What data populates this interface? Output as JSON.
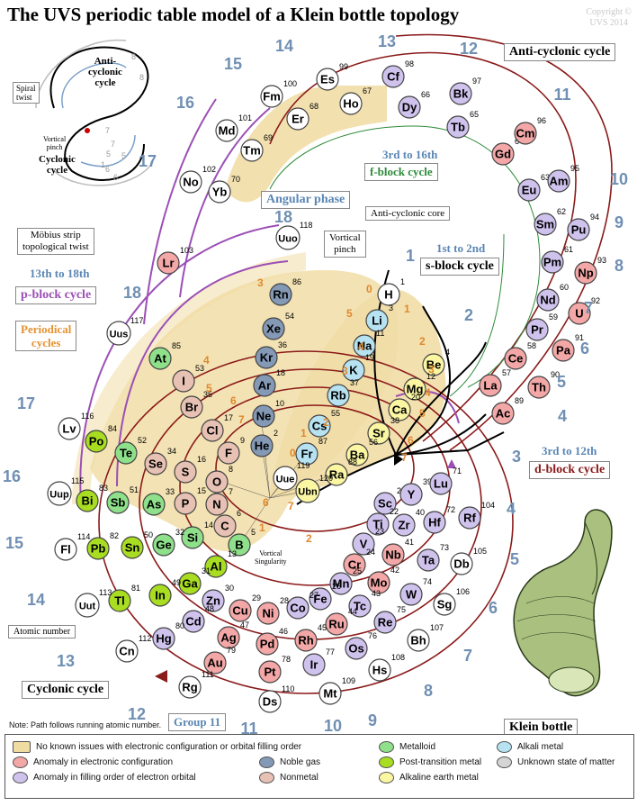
{
  "title": "The UVS periodic table model of a Klein bottle topology",
  "copyright": [
    "Copyright ©",
    "UVS 2014"
  ],
  "labels": {
    "anticyclonic_cycle": "Anti-cyclonic cycle",
    "f_block_range": "3rd to 16th",
    "f_block": "f-block cycle",
    "angular_phase": "Angular phase",
    "anticyclonic_core": "Anti-cyclonic core",
    "vortical_pinch": [
      "Vortical",
      "pinch"
    ],
    "s_block_range": "1st to 2nd",
    "s_block": "s-block cycle",
    "mobius": [
      "Möbius strip",
      "topological twist"
    ],
    "p_block_range": "13th to 18th",
    "p_block": "p-block cycle",
    "periodical_cycles": [
      "Periodical",
      "cycles"
    ],
    "d_block_range": "3rd to 12th",
    "d_block": "d-block cycle",
    "atomic_number": "Atomic number",
    "cyclonic_cycle": "Cyclonic cycle",
    "group11": "Group 11",
    "vortical_singularity": [
      "Vortical",
      "Singularity"
    ],
    "klein_bottle": "Klein bottle",
    "note": "Note: Path follows running atomic number."
  },
  "inset": {
    "anti": [
      "Anti-",
      "cyclonic",
      "cycle"
    ],
    "spiral": [
      "Spiral",
      "twist"
    ],
    "vortical": [
      "Vortical",
      "pinch"
    ],
    "cyclonic": [
      "Cyclonic",
      "cycle"
    ],
    "numbers": [
      "8",
      "8",
      "7",
      "7",
      "6",
      "6",
      "5",
      "5",
      "1"
    ]
  },
  "legend": [
    {
      "label": "No known issues with electronic configuration or orbital filling order",
      "color": "#f0dca0",
      "kind": "rect"
    },
    {
      "label": "Anomaly in electronic configuration",
      "color": "#f4a7a7"
    },
    {
      "label": "Anomaly in filling order of electron orbital",
      "color": "#cfc3ee"
    },
    {
      "label": "Noble gas",
      "color": "#8399b6"
    },
    {
      "label": "Nonmetal",
      "color": "#e7c2b4"
    },
    {
      "label": "Metalloid",
      "color": "#8ee08a"
    },
    {
      "label": "Post-transition metal",
      "color": "#a8dd22"
    },
    {
      "label": "Alkaline earth metal",
      "color": "#fbf6a2"
    },
    {
      "label": "Alkali metal",
      "color": "#b6e2f2"
    },
    {
      "label": "Unknown state of matter",
      "color": "#d5d5d5"
    }
  ],
  "group_numbers": [
    "1",
    "2",
    "3",
    "4",
    "5",
    "6",
    "7",
    "8",
    "9",
    "10",
    "11",
    "12",
    "13",
    "14",
    "15",
    "16",
    "17",
    "18",
    "4",
    "5",
    "6",
    "7",
    "8",
    "9",
    "10",
    "11",
    "12",
    "13",
    "14",
    "15",
    "16",
    "17",
    "18",
    "3",
    "4",
    "5",
    "6",
    "7",
    "8",
    "9",
    "10",
    "11",
    "12",
    "13",
    "14",
    "15",
    "16"
  ],
  "period_numbers": [
    "0",
    "1",
    "2",
    "3",
    "4",
    "5",
    "6",
    "7",
    "0",
    "1",
    "2",
    "3",
    "4",
    "5",
    "6",
    "7",
    "1",
    "2",
    "3",
    "4",
    "5",
    "6",
    "7"
  ],
  "elements": [
    {
      "s": "H",
      "n": "1",
      "c": "#ffffff"
    },
    {
      "s": "He",
      "n": "2",
      "c": "#8399b6"
    },
    {
      "s": "Li",
      "n": "3",
      "c": "#b6e2f2"
    },
    {
      "s": "Be",
      "n": "4",
      "c": "#fbf6a2"
    },
    {
      "s": "B",
      "n": "5",
      "c": "#8ee08a"
    },
    {
      "s": "C",
      "n": "6",
      "c": "#e7c2b4"
    },
    {
      "s": "N",
      "n": "7",
      "c": "#e7c2b4"
    },
    {
      "s": "O",
      "n": "8",
      "c": "#e7c2b4"
    },
    {
      "s": "F",
      "n": "9",
      "c": "#e7c2b4"
    },
    {
      "s": "Ne",
      "n": "10",
      "c": "#8399b6"
    },
    {
      "s": "Na",
      "n": "11",
      "c": "#b6e2f2"
    },
    {
      "s": "Mg",
      "n": "12",
      "c": "#fbf6a2"
    },
    {
      "s": "Al",
      "n": "13",
      "c": "#a8dd22"
    },
    {
      "s": "Si",
      "n": "14",
      "c": "#8ee08a"
    },
    {
      "s": "P",
      "n": "15",
      "c": "#e7c2b4"
    },
    {
      "s": "S",
      "n": "16",
      "c": "#e7c2b4"
    },
    {
      "s": "Cl",
      "n": "17",
      "c": "#e7c2b4"
    },
    {
      "s": "Ar",
      "n": "18",
      "c": "#8399b6"
    },
    {
      "s": "K",
      "n": "19",
      "c": "#b6e2f2"
    },
    {
      "s": "Ca",
      "n": "20",
      "c": "#fbf6a2"
    },
    {
      "s": "Sc",
      "n": "21",
      "c": "#cfc3ee"
    },
    {
      "s": "Ti",
      "n": "22",
      "c": "#cfc3ee"
    },
    {
      "s": "V",
      "n": "23",
      "c": "#cfc3ee"
    },
    {
      "s": "Cr",
      "n": "24",
      "c": "#f4a7a7"
    },
    {
      "s": "Mn",
      "n": "25",
      "c": "#cfc3ee"
    },
    {
      "s": "Fe",
      "n": "26",
      "c": "#cfc3ee"
    },
    {
      "s": "Co",
      "n": "27",
      "c": "#cfc3ee"
    },
    {
      "s": "Ni",
      "n": "28",
      "c": "#f4a7a7"
    },
    {
      "s": "Cu",
      "n": "29",
      "c": "#f4a7a7"
    },
    {
      "s": "Zn",
      "n": "30",
      "c": "#cfc3ee"
    },
    {
      "s": "Ga",
      "n": "31",
      "c": "#a8dd22"
    },
    {
      "s": "Ge",
      "n": "32",
      "c": "#8ee08a"
    },
    {
      "s": "As",
      "n": "33",
      "c": "#8ee08a"
    },
    {
      "s": "Se",
      "n": "34",
      "c": "#e7c2b4"
    },
    {
      "s": "Br",
      "n": "35",
      "c": "#e7c2b4"
    },
    {
      "s": "Kr",
      "n": "36",
      "c": "#8399b6"
    },
    {
      "s": "Rb",
      "n": "37",
      "c": "#b6e2f2"
    },
    {
      "s": "Sr",
      "n": "38",
      "c": "#fbf6a2"
    },
    {
      "s": "Y",
      "n": "39",
      "c": "#cfc3ee"
    },
    {
      "s": "Zr",
      "n": "40",
      "c": "#cfc3ee"
    },
    {
      "s": "Nb",
      "n": "41",
      "c": "#f4a7a7"
    },
    {
      "s": "Mo",
      "n": "42",
      "c": "#f4a7a7"
    },
    {
      "s": "Tc",
      "n": "43",
      "c": "#cfc3ee"
    },
    {
      "s": "Ru",
      "n": "44",
      "c": "#f4a7a7"
    },
    {
      "s": "Rh",
      "n": "45",
      "c": "#f4a7a7"
    },
    {
      "s": "Pd",
      "n": "46",
      "c": "#f4a7a7"
    },
    {
      "s": "Ag",
      "n": "47",
      "c": "#f4a7a7"
    },
    {
      "s": "Cd",
      "n": "48",
      "c": "#cfc3ee"
    },
    {
      "s": "In",
      "n": "49",
      "c": "#a8dd22"
    },
    {
      "s": "Sn",
      "n": "50",
      "c": "#a8dd22"
    },
    {
      "s": "Sb",
      "n": "51",
      "c": "#8ee08a"
    },
    {
      "s": "Te",
      "n": "52",
      "c": "#8ee08a"
    },
    {
      "s": "I",
      "n": "53",
      "c": "#e7c2b4"
    },
    {
      "s": "Xe",
      "n": "54",
      "c": "#8399b6"
    },
    {
      "s": "Cs",
      "n": "55",
      "c": "#b6e2f2"
    },
    {
      "s": "Ba",
      "n": "56",
      "c": "#fbf6a2"
    },
    {
      "s": "La",
      "n": "57",
      "c": "#f4a7a7"
    },
    {
      "s": "Ce",
      "n": "58",
      "c": "#f4a7a7"
    },
    {
      "s": "Pr",
      "n": "59",
      "c": "#cfc3ee"
    },
    {
      "s": "Nd",
      "n": "60",
      "c": "#cfc3ee"
    },
    {
      "s": "Pm",
      "n": "61",
      "c": "#cfc3ee"
    },
    {
      "s": "Sm",
      "n": "62",
      "c": "#cfc3ee"
    },
    {
      "s": "Eu",
      "n": "63",
      "c": "#cfc3ee"
    },
    {
      "s": "Gd",
      "n": "64",
      "c": "#f4a7a7"
    },
    {
      "s": "Tb",
      "n": "65",
      "c": "#cfc3ee"
    },
    {
      "s": "Dy",
      "n": "66",
      "c": "#cfc3ee"
    },
    {
      "s": "Ho",
      "n": "67",
      "c": "#ffffff"
    },
    {
      "s": "Er",
      "n": "68",
      "c": "#ffffff"
    },
    {
      "s": "Tm",
      "n": "69",
      "c": "#ffffff"
    },
    {
      "s": "Yb",
      "n": "70",
      "c": "#ffffff"
    },
    {
      "s": "Lu",
      "n": "71",
      "c": "#cfc3ee"
    },
    {
      "s": "Hf",
      "n": "72",
      "c": "#cfc3ee"
    },
    {
      "s": "Ta",
      "n": "73",
      "c": "#cfc3ee"
    },
    {
      "s": "W",
      "n": "74",
      "c": "#cfc3ee"
    },
    {
      "s": "Re",
      "n": "75",
      "c": "#cfc3ee"
    },
    {
      "s": "Os",
      "n": "76",
      "c": "#cfc3ee"
    },
    {
      "s": "Ir",
      "n": "77",
      "c": "#cfc3ee"
    },
    {
      "s": "Pt",
      "n": "78",
      "c": "#f4a7a7"
    },
    {
      "s": "Au",
      "n": "79",
      "c": "#f4a7a7"
    },
    {
      "s": "Hg",
      "n": "80",
      "c": "#cfc3ee"
    },
    {
      "s": "Tl",
      "n": "81",
      "c": "#a8dd22"
    },
    {
      "s": "Pb",
      "n": "82",
      "c": "#a8dd22"
    },
    {
      "s": "Bi",
      "n": "83",
      "c": "#a8dd22"
    },
    {
      "s": "Po",
      "n": "84",
      "c": "#a8dd22"
    },
    {
      "s": "At",
      "n": "85",
      "c": "#8ee08a"
    },
    {
      "s": "Rn",
      "n": "86",
      "c": "#8399b6"
    },
    {
      "s": "Fr",
      "n": "87",
      "c": "#b6e2f2"
    },
    {
      "s": "Ra",
      "n": "88",
      "c": "#fbf6a2"
    },
    {
      "s": "Ac",
      "n": "89",
      "c": "#f4a7a7"
    },
    {
      "s": "Th",
      "n": "90",
      "c": "#f4a7a7"
    },
    {
      "s": "Pa",
      "n": "91",
      "c": "#f4a7a7"
    },
    {
      "s": "U",
      "n": "92",
      "c": "#f4a7a7"
    },
    {
      "s": "Np",
      "n": "93",
      "c": "#f4a7a7"
    },
    {
      "s": "Pu",
      "n": "94",
      "c": "#cfc3ee"
    },
    {
      "s": "Am",
      "n": "95",
      "c": "#cfc3ee"
    },
    {
      "s": "Cm",
      "n": "96",
      "c": "#f4a7a7"
    },
    {
      "s": "Bk",
      "n": "97",
      "c": "#cfc3ee"
    },
    {
      "s": "Cf",
      "n": "98",
      "c": "#cfc3ee"
    },
    {
      "s": "Es",
      "n": "99",
      "c": "#ffffff"
    },
    {
      "s": "Fm",
      "n": "100",
      "c": "#ffffff"
    },
    {
      "s": "Md",
      "n": "101",
      "c": "#ffffff"
    },
    {
      "s": "No",
      "n": "102",
      "c": "#ffffff"
    },
    {
      "s": "Lr",
      "n": "103",
      "c": "#f4a7a7"
    },
    {
      "s": "Rf",
      "n": "104",
      "c": "#cfc3ee"
    },
    {
      "s": "Db",
      "n": "105",
      "c": "#ffffff"
    },
    {
      "s": "Sg",
      "n": "106",
      "c": "#ffffff"
    },
    {
      "s": "Bh",
      "n": "107",
      "c": "#ffffff"
    },
    {
      "s": "Hs",
      "n": "108",
      "c": "#ffffff"
    },
    {
      "s": "Mt",
      "n": "109",
      "c": "#ffffff"
    },
    {
      "s": "Ds",
      "n": "110",
      "c": "#ffffff"
    },
    {
      "s": "Rg",
      "n": "111",
      "c": "#ffffff"
    },
    {
      "s": "Cn",
      "n": "112",
      "c": "#ffffff"
    },
    {
      "s": "Uut",
      "n": "113",
      "c": "#ffffff"
    },
    {
      "s": "Fl",
      "n": "114",
      "c": "#ffffff"
    },
    {
      "s": "Uup",
      "n": "115",
      "c": "#ffffff"
    },
    {
      "s": "Lv",
      "n": "116",
      "c": "#ffffff"
    },
    {
      "s": "Uus",
      "n": "117",
      "c": "#ffffff"
    },
    {
      "s": "Uuo",
      "n": "118",
      "c": "#ffffff"
    },
    {
      "s": "Uue",
      "n": "119",
      "c": "#ffffff"
    },
    {
      "s": "Ubn",
      "n": "120",
      "c": "#fbf6a2"
    }
  ]
}
